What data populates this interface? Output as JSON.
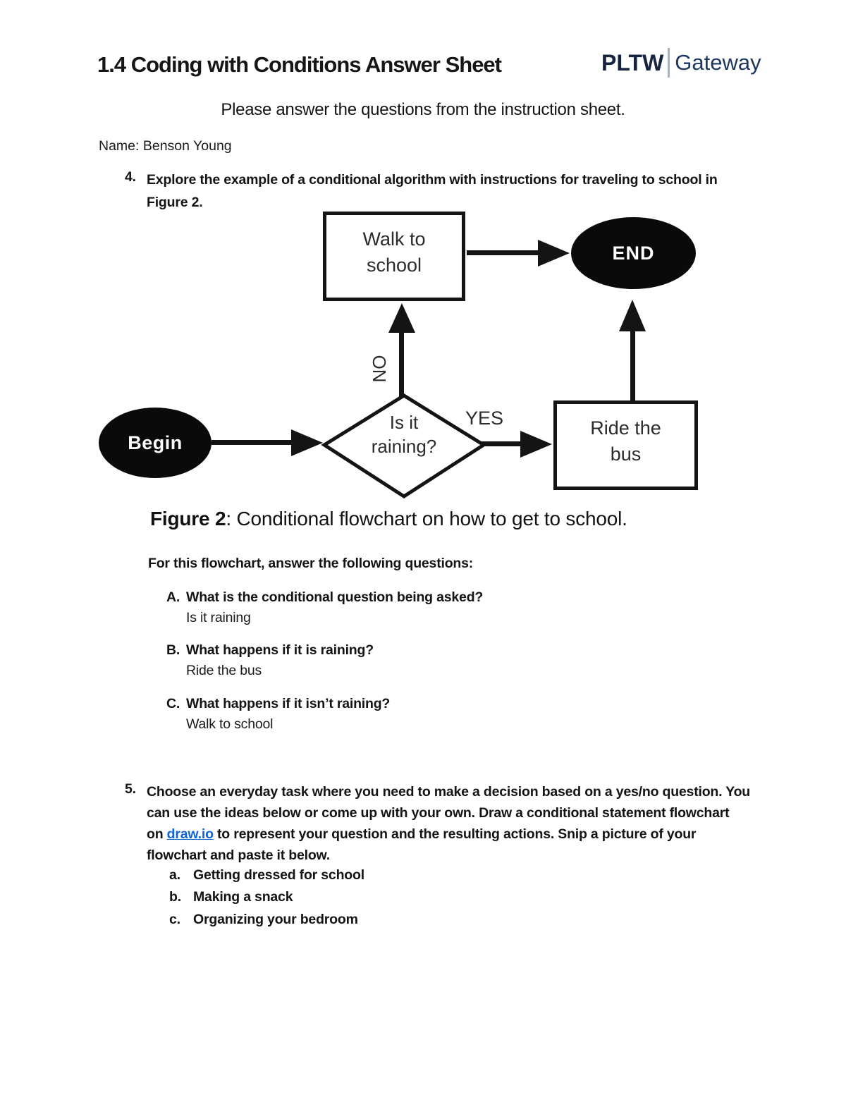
{
  "header": {
    "title": "1.4 Coding with Conditions Answer Sheet",
    "logo": {
      "pltw": "PLTW",
      "gateway": "Gateway"
    }
  },
  "subtitle": "Please answer the questions from the instruction sheet.",
  "name_line": "Name: Benson Young",
  "item4": {
    "number": "4.",
    "line1": "Explore the example of a conditional algorithm with instructions for traveling to school in",
    "line2": "Figure 2."
  },
  "flowchart": {
    "begin": "Begin",
    "end": "END",
    "decision_line1": "Is it",
    "decision_line2": "raining?",
    "walk_line1": "Walk to",
    "walk_line2": "school",
    "ride_line1": "Ride the",
    "ride_line2": "bus",
    "yes": "YES",
    "no": "NO"
  },
  "figure_caption": {
    "label": "Figure 2",
    "rest": ": Conditional flowchart on how to get to school."
  },
  "intro": "For this flowchart, answer the following questions:",
  "questions": [
    {
      "letter": "A.",
      "question": "What is the conditional question being asked?",
      "answer": "Is it raining"
    },
    {
      "letter": "B.",
      "question": "What happens if it is raining?",
      "answer": "Ride the bus"
    },
    {
      "letter": "C.",
      "question": "What happens if it isn’t raining?",
      "answer": "Walk to school"
    }
  ],
  "item5": {
    "number": "5.",
    "line1": "Choose an everyday task where you need to make a decision based on a yes/no question. You",
    "line2": "can use the ideas below or come up with your own. Draw a conditional statement flowchart",
    "line3_pre": "on ",
    "link": "draw.io",
    "line3_post": " to represent your question and the resulting actions. Snip a picture of your",
    "line4": "flowchart and paste it below.",
    "subitems": [
      {
        "letter": "a.",
        "text": "Getting dressed for school"
      },
      {
        "letter": "b.",
        "text": "Making a snack"
      },
      {
        "letter": "c.",
        "text": "Organizing your bedroom"
      }
    ]
  },
  "colors": {
    "logo_navy": "#16243f",
    "logo_gateway": "#1d3763",
    "logo_divider": "#9fb6ca",
    "link_blue": "#1164d8",
    "ink": "#141414"
  }
}
